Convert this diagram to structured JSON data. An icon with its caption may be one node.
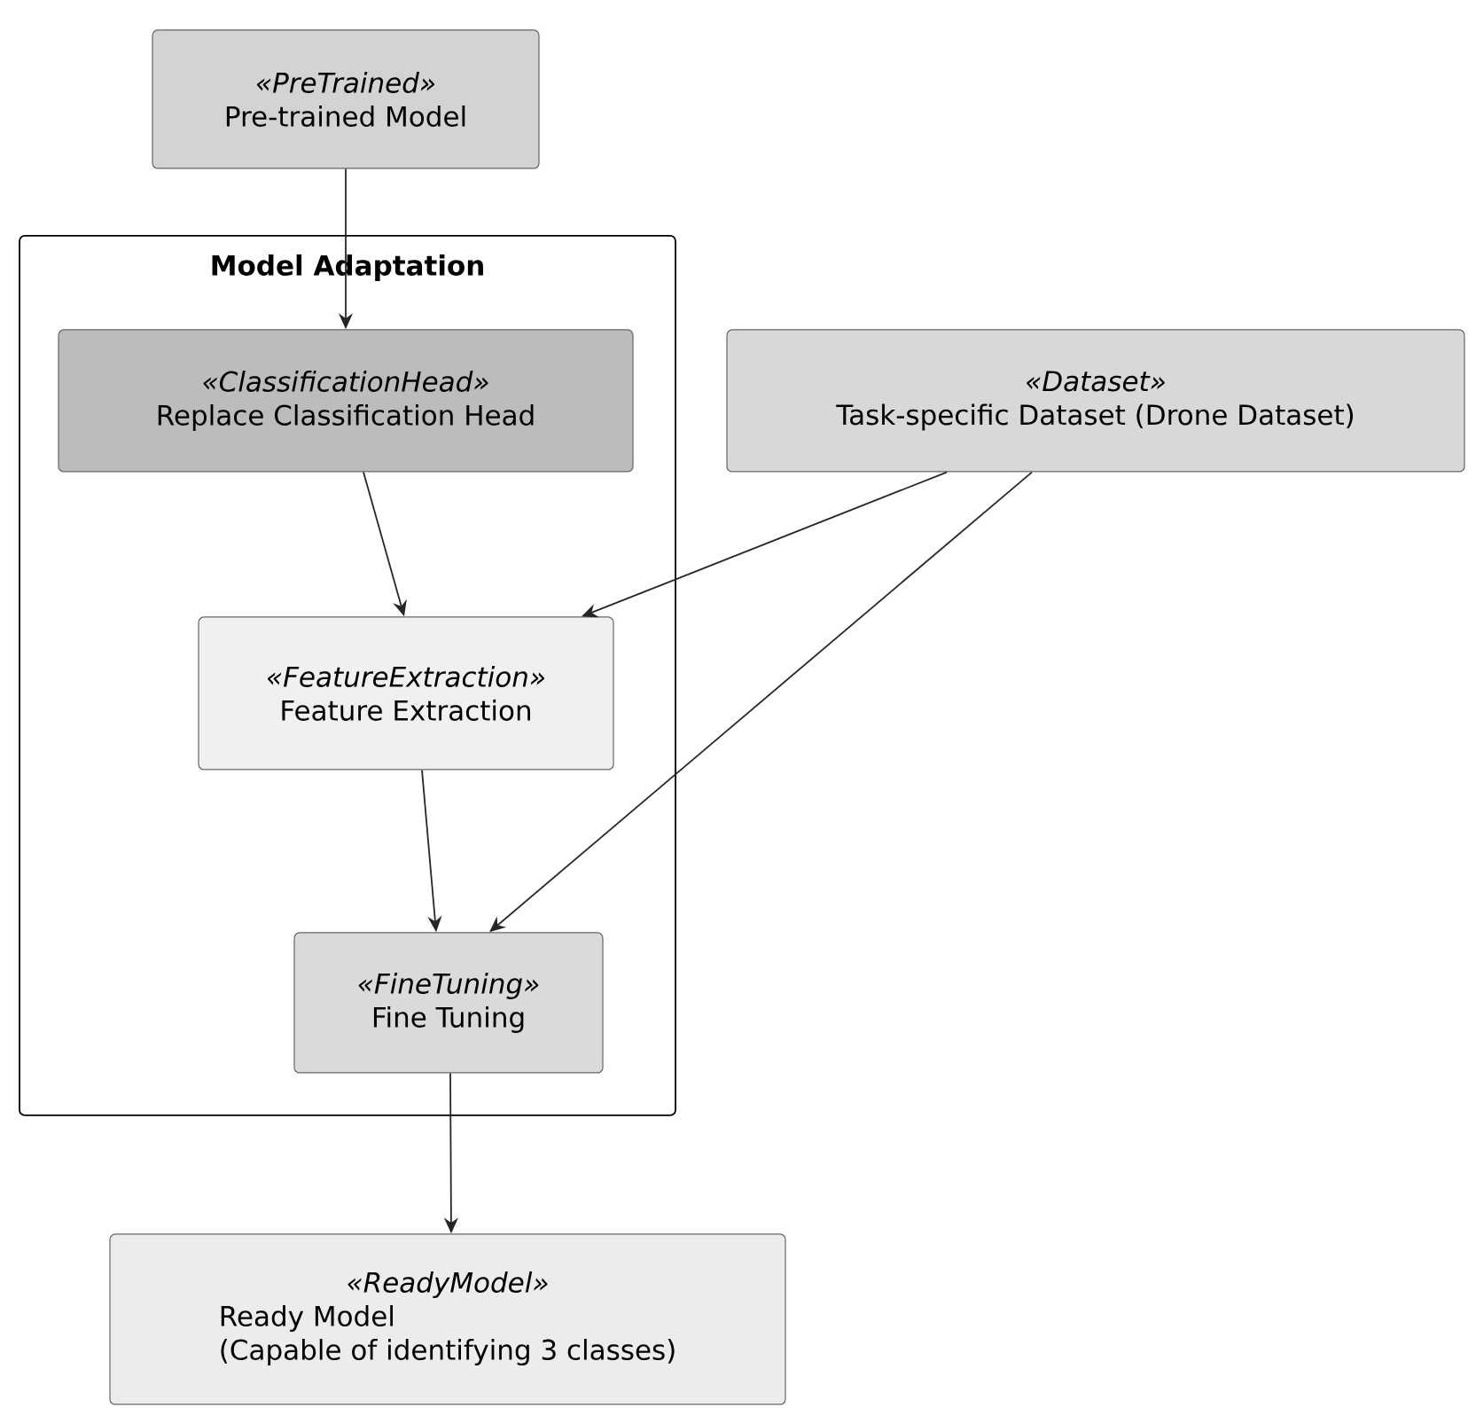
{
  "diagram": {
    "nodes": [
      {
        "text": [
          "«PreTrained»",
          "Pre-trained Model"
        ]
      },
      {
        "text": [
          "Model Adaptation"
        ]
      },
      {
        "text": [
          "«ClassificationHead»",
          "Replace Classification Head"
        ],
        "in": 1
      },
      {
        "text": [
          "«Dataset»",
          "Task-specific Dataset (Drone Dataset)"
        ]
      },
      {
        "text": [
          "«FeatureExtraction»",
          "Feature Extraction"
        ],
        "in": 1
      },
      {
        "text": [
          "«FineTuning»",
          "Fine Tuning"
        ],
        "in": 1
      },
      {
        "text": [
          "«ReadyModel»",
          "Ready Model",
          "(Capable of identifying 3 classes)"
        ]
      }
    ],
    "edges": [
      {
        "from": 0,
        "to": 2,
        "arrow": "to"
      },
      {
        "from": 2,
        "to": 4,
        "arrow": "to"
      },
      {
        "from": 3,
        "to": 4,
        "arrow": "to"
      },
      {
        "from": 3,
        "to": 5,
        "arrow": "to"
      },
      {
        "from": 4,
        "to": 5,
        "arrow": "to"
      },
      {
        "from": 5,
        "to": 6,
        "arrow": "to"
      }
    ]
  }
}
